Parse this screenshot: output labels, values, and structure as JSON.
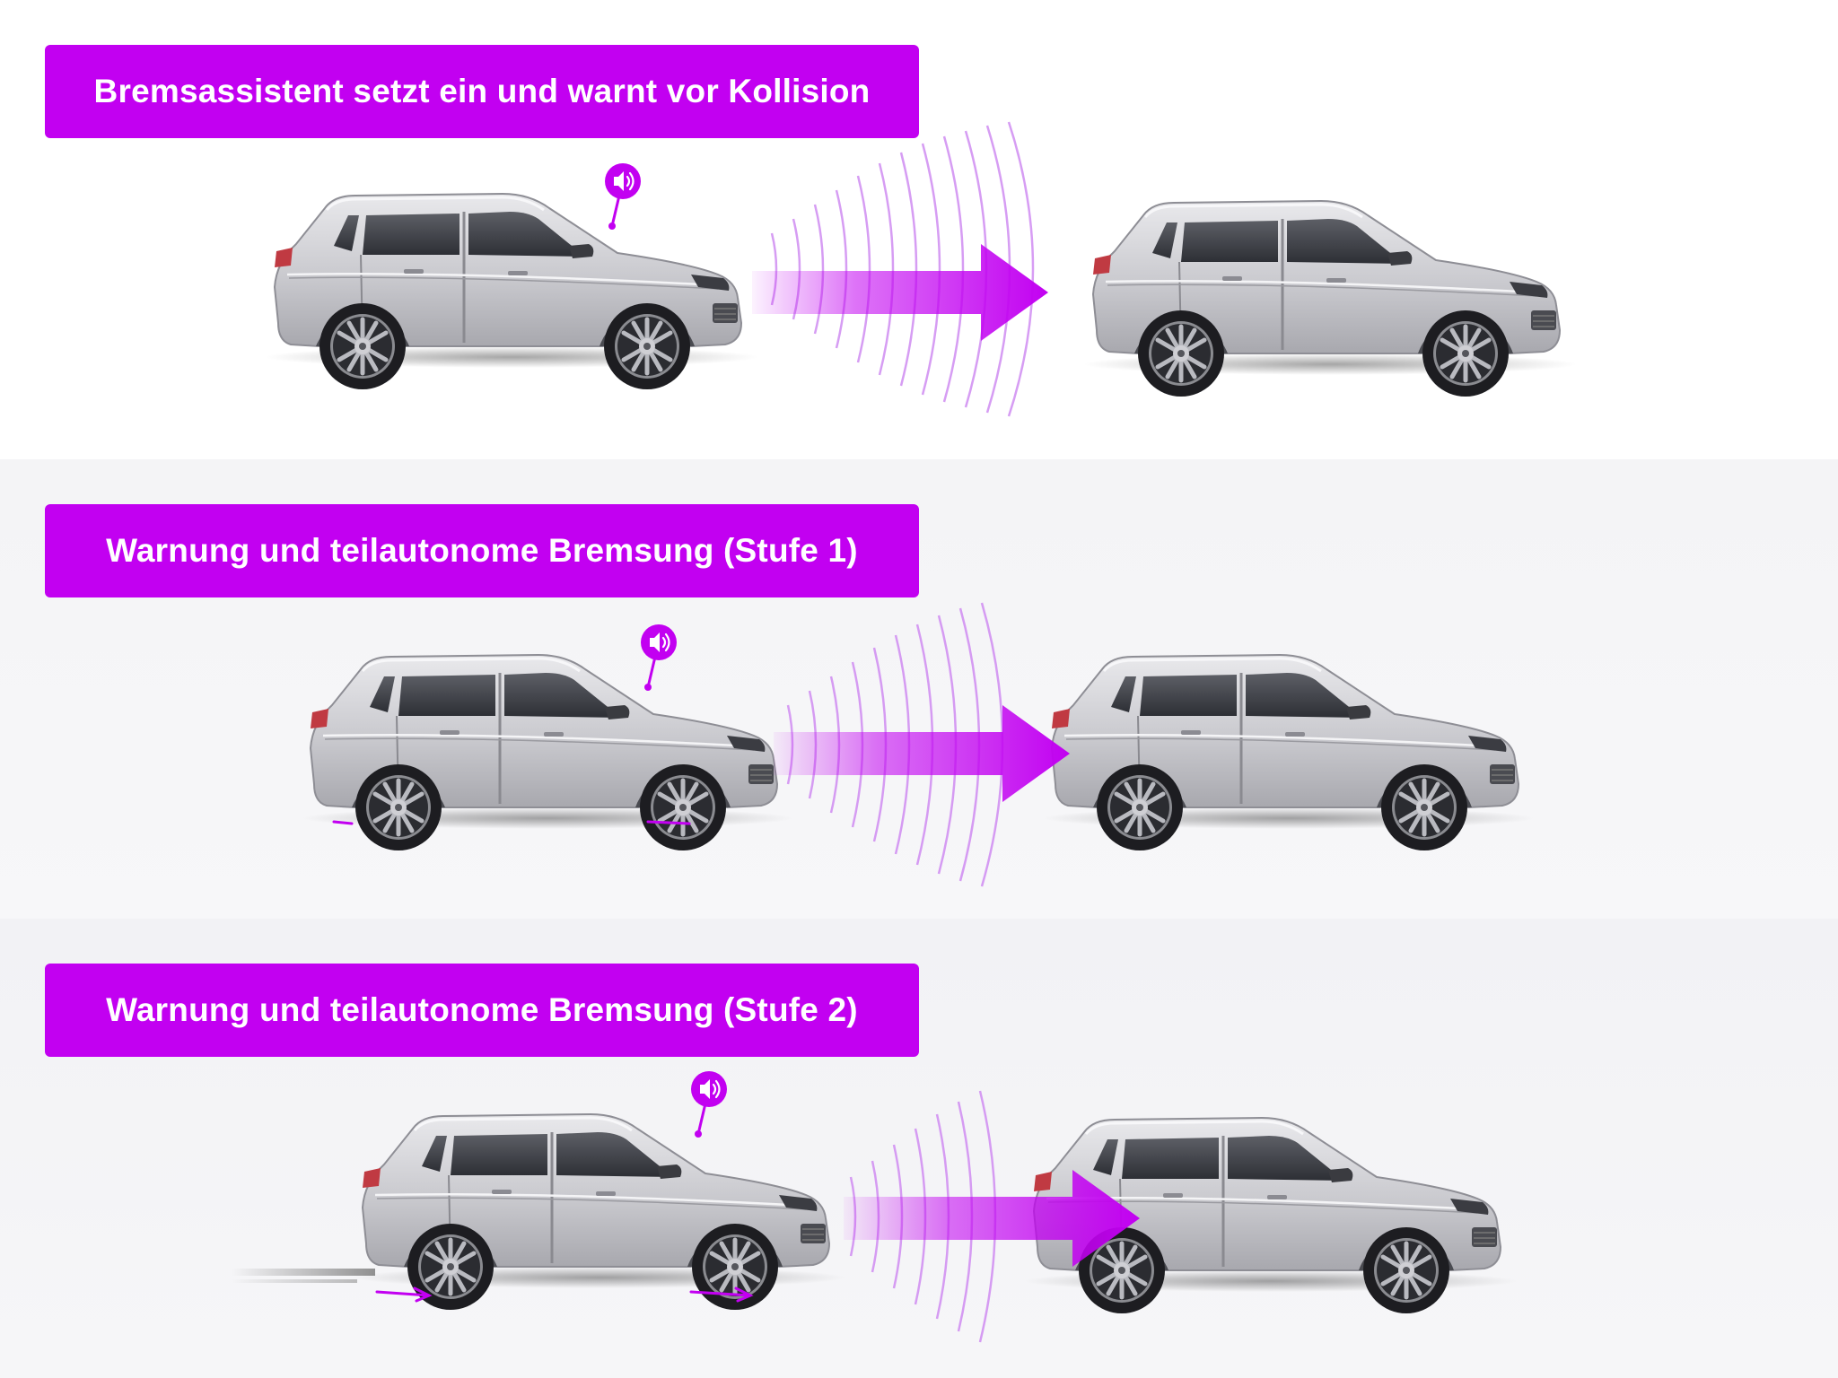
{
  "accent_color": "#c200f1",
  "panels": [
    {
      "title": "Bremsassistent setzt ein und warnt vor Kollision",
      "stage": "warning"
    },
    {
      "title": "Warnung und teilautonome Bremsung (Stufe 1)",
      "stage": "braking-1"
    },
    {
      "title": "Warnung und teilautonome Bremsung (Stufe 2)",
      "stage": "braking-2"
    }
  ],
  "icons": {
    "warning": "speaker-icon",
    "signal": "radar-wave-icon",
    "direction": "arrow-right-icon",
    "vehicle": "car-icon"
  }
}
